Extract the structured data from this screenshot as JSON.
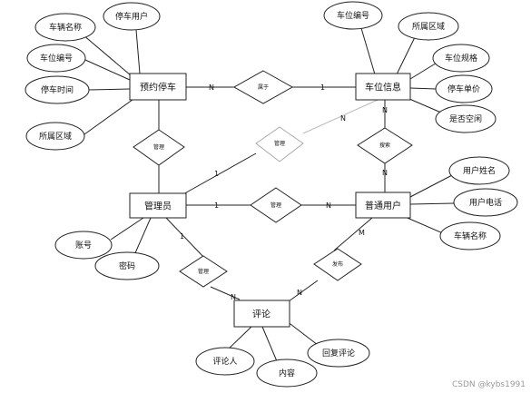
{
  "entities": {
    "parking_booking": "预约停车",
    "spot_info": "车位信息",
    "admin": "管理员",
    "user": "普通用户",
    "comment": "评论"
  },
  "relations": {
    "belongs": "属于",
    "admin_booking": "管理",
    "publish": "管理",
    "search": "搜索",
    "admin_user": "管理",
    "admin_comment": "管理",
    "post": "发布"
  },
  "attributes": {
    "booking_user": "停车用户",
    "booking_vehicle": "车辆名称",
    "booking_spot_no": "车位编号",
    "booking_time": "停车时间",
    "booking_area": "所属区域",
    "spot_no": "车位编号",
    "spot_area": "所属区域",
    "spot_spec": "车位规格",
    "spot_price": "停车单价",
    "spot_vacant": "是否空闲",
    "user_name": "用户姓名",
    "user_phone": "用户电话",
    "user_vehicle": "车辆名称",
    "admin_account": "账号",
    "admin_password": "密码",
    "comment_author": "评论人",
    "comment_content": "内容",
    "comment_reply": "回复评论"
  },
  "cardinalities": {
    "c1": "N",
    "c2": "1",
    "c3": "N",
    "c4": "1",
    "c5": "N",
    "c6": "N",
    "c7": "1",
    "c8": "N",
    "c9": "1",
    "c10": "N",
    "c11": "M",
    "c12": "N"
  },
  "watermark": "CSDN @kybs1991"
}
